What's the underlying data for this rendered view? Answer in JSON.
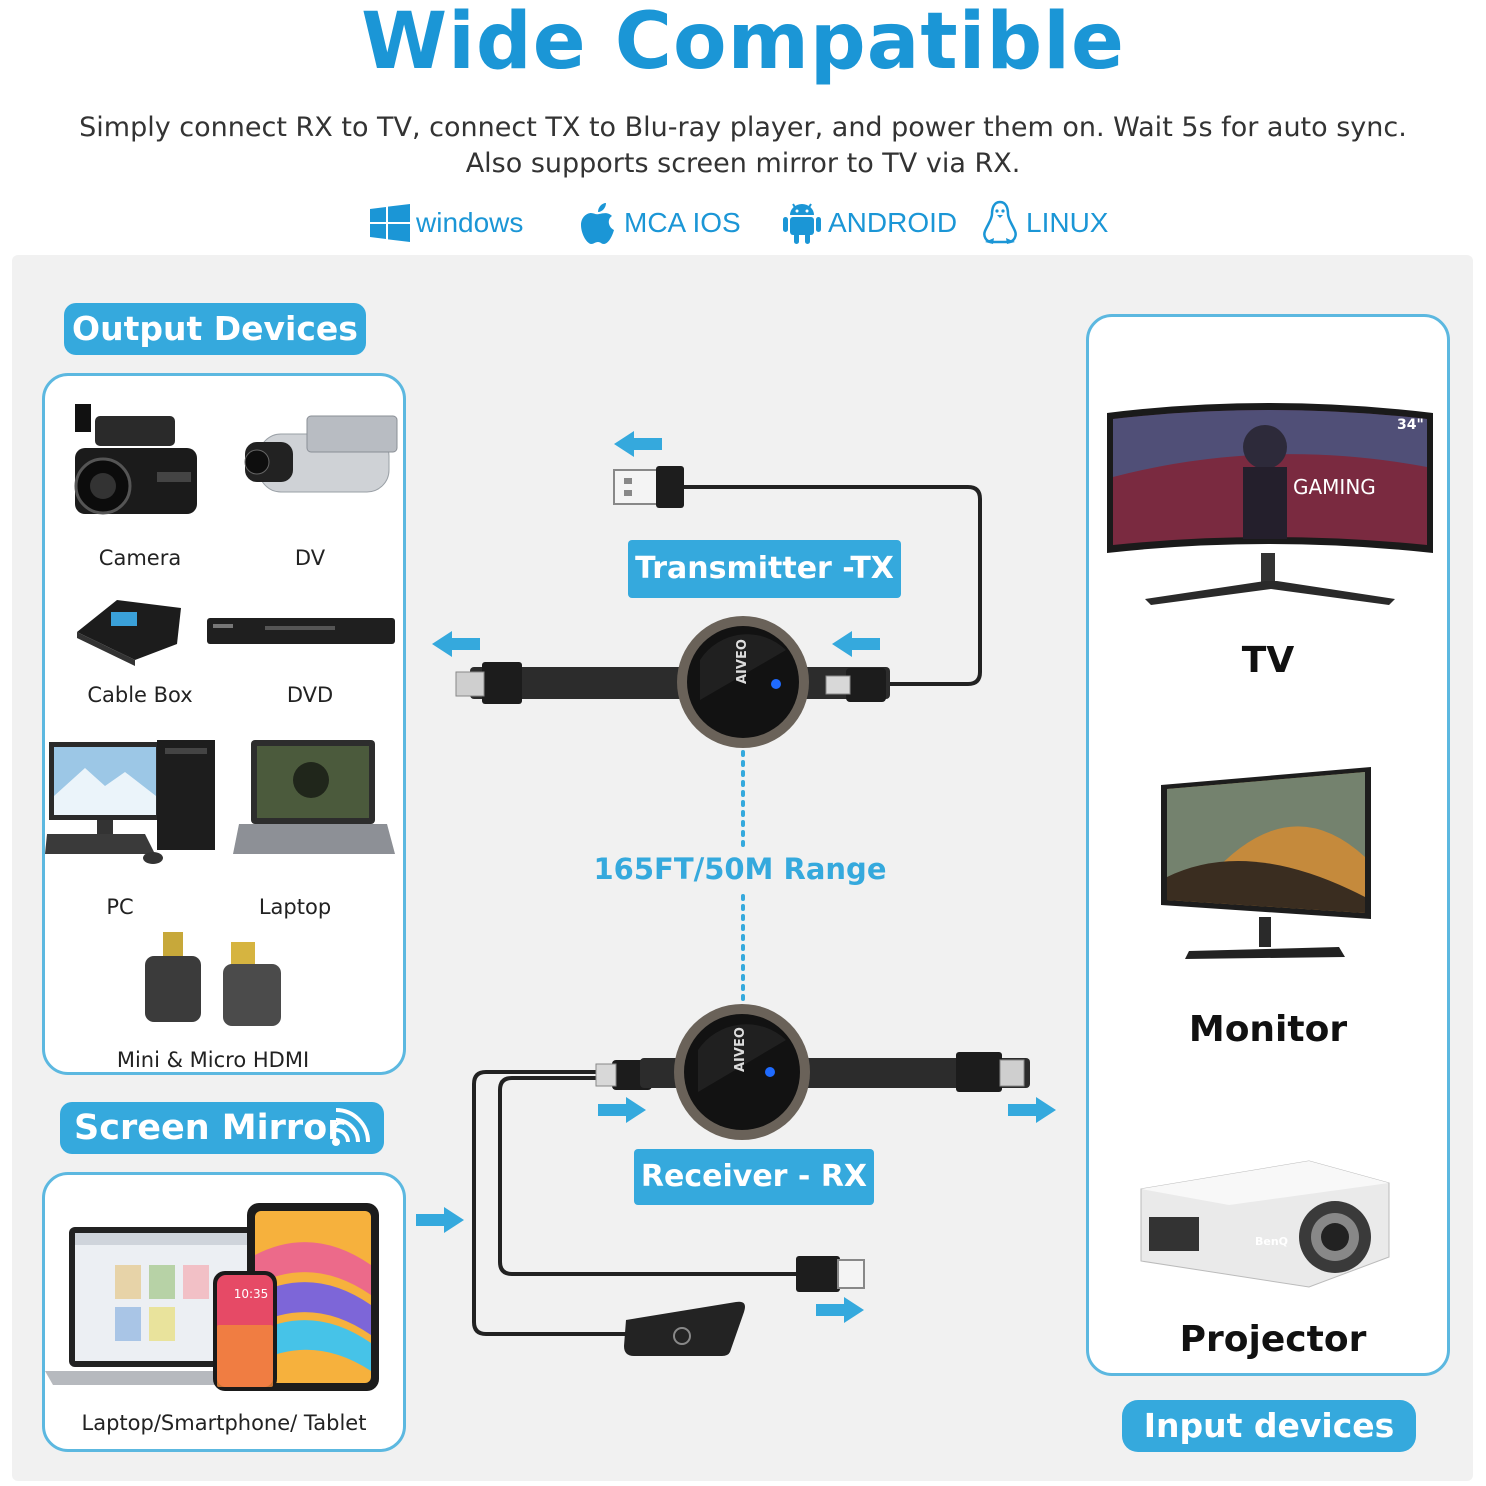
{
  "header": {
    "title": "Wide Compatible",
    "subtitle_line1": "Simply connect RX to TV, connect TX to Blu-ray player, and power them on. Wait 5s for auto sync.",
    "subtitle_line2": "Also supports screen mirror to TV via RX."
  },
  "os_support": [
    {
      "label": "windows",
      "icon": "windows-icon"
    },
    {
      "label": "MCA IOS",
      "icon": "apple-icon"
    },
    {
      "label": "ANDROID",
      "icon": "android-icon"
    },
    {
      "label": "LINUX",
      "icon": "linux-icon"
    }
  ],
  "output": {
    "title": "Output Devices",
    "devices": [
      "Camera",
      "DV",
      "Cable Box",
      "DVD",
      "PC",
      "Laptop",
      "Mini & Micro HDMI"
    ]
  },
  "mirror": {
    "title": "Screen Mirror",
    "device_label": "Laptop/Smartphone/ Tablet",
    "phone_time": "10:35"
  },
  "center": {
    "transmitter_label": "Transmitter -TX",
    "receiver_label": "Receiver - RX",
    "range_label": "165FT/50M Range",
    "brand": "AIVEO"
  },
  "input": {
    "title": "Input devices",
    "devices": [
      "TV",
      "Monitor",
      "Projector"
    ],
    "tv_screen_text": "GAMING",
    "tv_size_badge": "34\"",
    "projector_brand": "BenQ"
  },
  "colors": {
    "accent": "#1b96d6",
    "pill": "#35a9dd",
    "border": "#5cb8e0",
    "panel": "#f1f1f1"
  }
}
